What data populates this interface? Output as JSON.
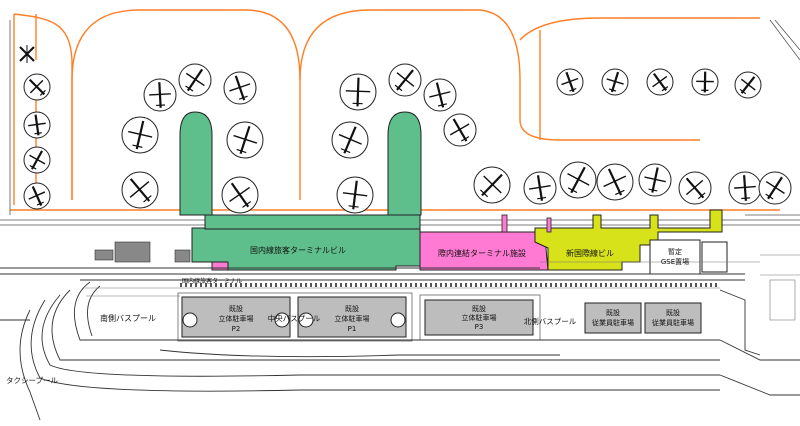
{
  "colors": {
    "domestic": "#5fbf8c",
    "connector": "#ff7ad3",
    "international": "#d7e21a",
    "taxiline": "#ff7f27",
    "line": "#222222",
    "parking": "#bdbdbd"
  },
  "labels": {
    "domestic_terminal": "国内線旅客ターミナルビル",
    "connector": "際内連結ターミナル施設",
    "international": "新国際線ビル",
    "gse_line1": "暫定",
    "gse_line2": "GSE置場",
    "bus_south": "南側バスプール",
    "bus_center": "中央バスプール",
    "bus_north": "北側バスプール",
    "taxi_pool": "タクシープール",
    "p2_line1": "既設",
    "p2_line2": "立体駐車場",
    "p2_line3": "P2",
    "p1_line1": "既設",
    "p1_line2": "立体駐車場",
    "p1_line3": "P1",
    "p3_line1": "既設",
    "p3_line2": "立体駐車場",
    "p3_line3": "P3",
    "emp1_line1": "既設",
    "emp1_line2": "従業員駐車場",
    "emp2_line1": "既設",
    "emp2_line2": "従業員駐車場",
    "small_label": "国内線旅客ターミナル"
  }
}
